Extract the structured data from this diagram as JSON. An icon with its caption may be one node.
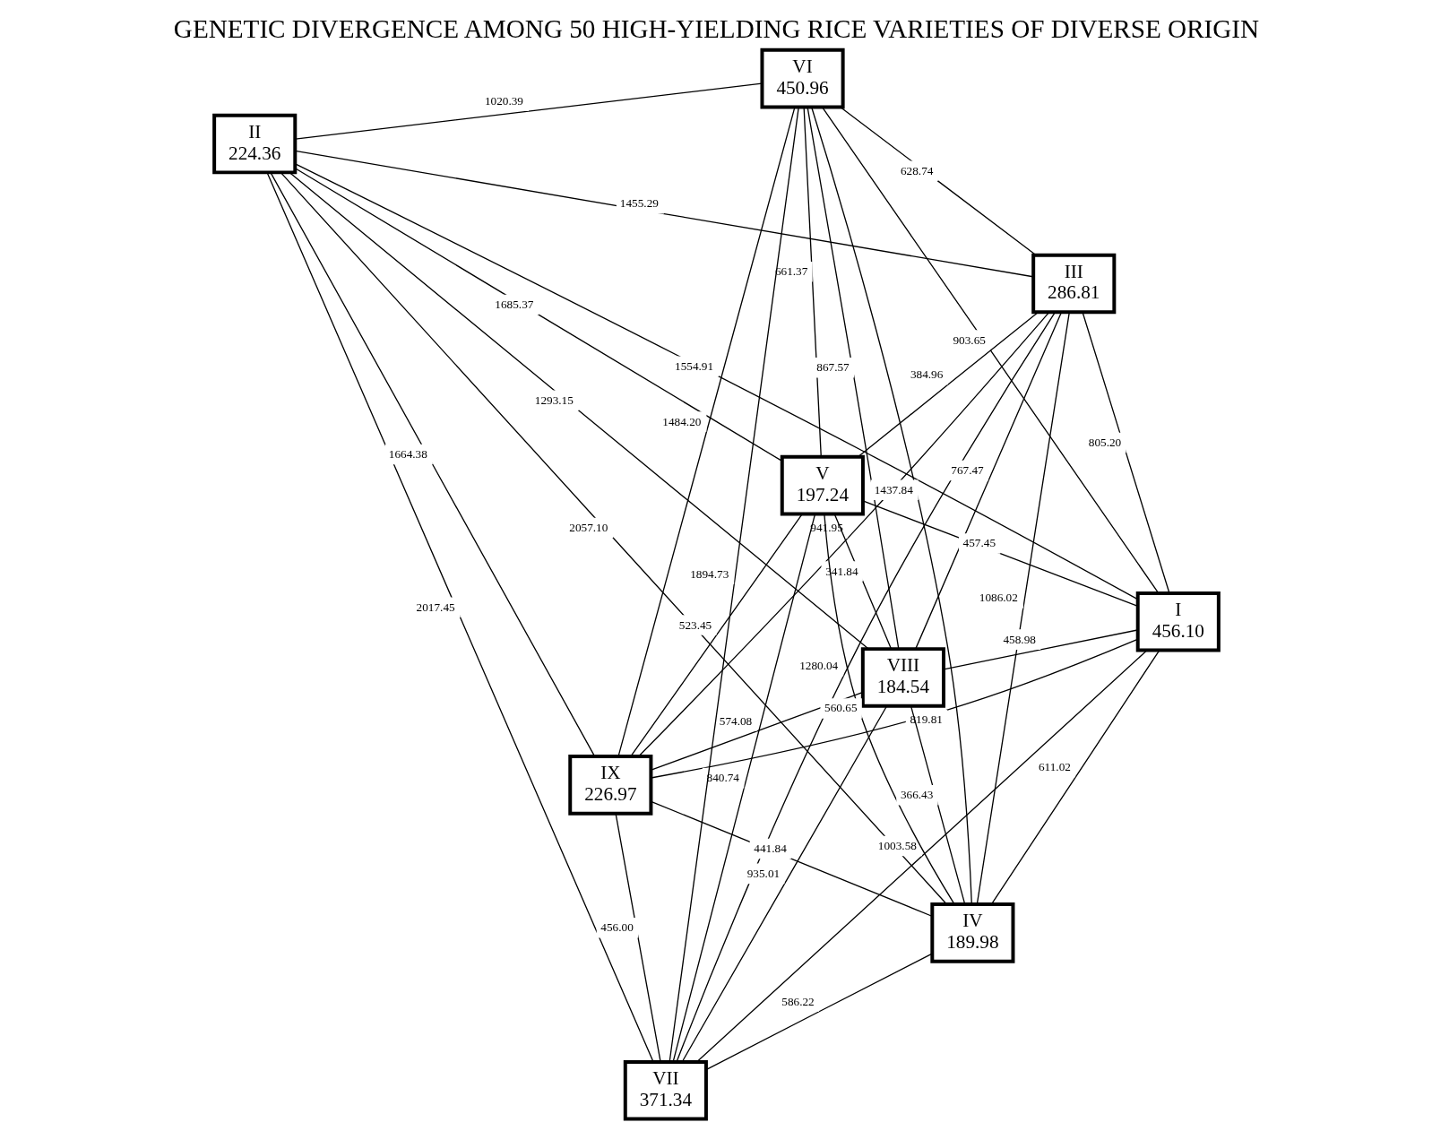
{
  "diagram": {
    "title": "GENETIC DIVERGENCE AMONG 50 HIGH-YIELDING RICE VARIETIES OF DIVERSE ORIGIN",
    "nodes": [
      {
        "text": [
          "II",
          "224.36"
        ]
      },
      {
        "text": [
          "III",
          "286.81"
        ]
      },
      {
        "text": [
          "VII",
          "371.34"
        ]
      },
      {
        "text": [
          "IX",
          "226.97"
        ]
      },
      {
        "text": [
          "V",
          "197.24"
        ]
      },
      {
        "text": [
          "VI",
          "450.96"
        ]
      },
      {
        "text": [
          "VIII",
          "184.54"
        ]
      },
      {
        "text": [
          "IV",
          "189.98"
        ]
      },
      {
        "text": [
          "I",
          "456.10"
        ]
      }
    ],
    "edges": [
      {
        "from": 0,
        "to": 2,
        "arrow": "none",
        "label": "2017.45"
      },
      {
        "from": 0,
        "to": 5,
        "arrow": "none",
        "label": "1020.39"
      },
      {
        "from": 0,
        "to": 8,
        "arrow": "none",
        "label": "1554.91"
      },
      {
        "from": 0,
        "to": 1,
        "arrow": "none",
        "label": "1455.29"
      },
      {
        "from": 0,
        "to": 7,
        "arrow": "none",
        "label": "2057.10"
      },
      {
        "from": 0,
        "to": 3,
        "arrow": "none",
        "label": "1664.38"
      },
      {
        "from": 0,
        "to": 6,
        "arrow": "none",
        "label": "1293.15"
      },
      {
        "from": 0,
        "to": 4,
        "arrow": "none",
        "label": "1685.37"
      },
      {
        "from": 1,
        "to": 2,
        "arrow": "none",
        "label": "1280.04"
      },
      {
        "from": 1,
        "to": 3,
        "arrow": "none",
        "label": "941.95"
      },
      {
        "from": 1,
        "to": 4,
        "arrow": "none",
        "label": "384.96"
      },
      {
        "from": 1,
        "to": 5,
        "arrow": "none",
        "label": "628.74"
      },
      {
        "from": 1,
        "to": 8,
        "arrow": "none",
        "label": "805.20"
      },
      {
        "from": 1,
        "to": 6,
        "arrow": "none",
        "label": "767.47"
      },
      {
        "from": 1,
        "to": 7,
        "arrow": "none",
        "label": "1086.02"
      },
      {
        "from": 4,
        "to": 3,
        "arrow": "none",
        "label": "523.45"
      },
      {
        "from": 4,
        "to": 2,
        "arrow": "none",
        "label": "840.74"
      },
      {
        "from": 4,
        "to": 5,
        "arrow": "none",
        "label": "661.37"
      },
      {
        "from": 4,
        "to": 6,
        "arrow": "none",
        "label": "341.84"
      },
      {
        "from": 4,
        "to": 8,
        "arrow": "none",
        "label": "457.45"
      },
      {
        "from": 4,
        "to": 7,
        "arrow": "none",
        "label": "560.65"
      },
      {
        "from": 5,
        "to": 3,
        "arrow": "none",
        "label": "1484.20"
      },
      {
        "from": 5,
        "to": 2,
        "arrow": "none",
        "label": "1894.73"
      },
      {
        "from": 5,
        "to": 6,
        "arrow": "none",
        "label": "867.57"
      },
      {
        "from": 5,
        "to": 7,
        "arrow": "none",
        "label": "1437.84"
      },
      {
        "from": 5,
        "to": 8,
        "arrow": "none",
        "label": "903.65"
      },
      {
        "from": 2,
        "to": 3,
        "arrow": "none",
        "label": "456.00"
      },
      {
        "from": 2,
        "to": 6,
        "arrow": "none",
        "label": "935.01"
      },
      {
        "from": 2,
        "to": 8,
        "arrow": "none",
        "label": "1003.58"
      },
      {
        "from": 2,
        "to": 7,
        "arrow": "none",
        "label": "586.22"
      },
      {
        "from": 3,
        "to": 6,
        "arrow": "none",
        "label": "574.08"
      },
      {
        "from": 3,
        "to": 8,
        "arrow": "none",
        "label": "819.81"
      },
      {
        "from": 3,
        "to": 7,
        "arrow": "none",
        "label": "441.84"
      },
      {
        "from": 6,
        "to": 8,
        "arrow": "none",
        "label": "458.98"
      },
      {
        "from": 6,
        "to": 7,
        "arrow": "none",
        "label": "366.43"
      },
      {
        "from": 8,
        "to": 7,
        "arrow": "none",
        "label": "611.02"
      }
    ]
  }
}
